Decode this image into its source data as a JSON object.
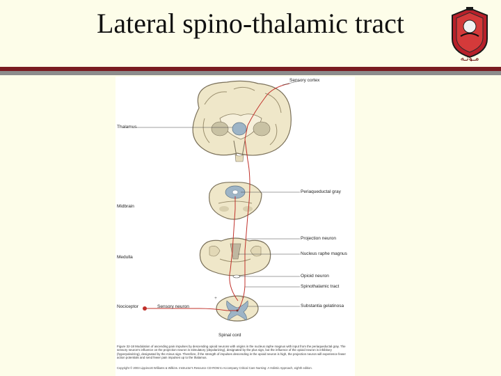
{
  "slide": {
    "title": "Lateral spino-thalamic tract",
    "logo_text": "مـؤتـه"
  },
  "figure": {
    "labels": {
      "sensory_cortex": "Sensory cortex",
      "thalamus": "Thalamus",
      "periaqueductal_gray": "Periaqueductal gray",
      "midbrain": "Midbrain",
      "projection_neuron": "Projection neuron",
      "medulla": "Medulla",
      "nucleus_raphe_magnus": "Nucleus raphe magnus",
      "opioid_neuron": "Opioid neuron",
      "spinothalamic_tract": "Spinothalamic tract",
      "nociceptor": "Nociceptor",
      "sensory_neuron": "Sensory neuron",
      "substantia_gelatinosa": "Substantia gelatinosa",
      "spinal_cord": "Spinal cord"
    },
    "caption": "Figure 32-18 Modulation of ascending pain impulses by descending opioid neurons with origins in the nucleus raphe magnus with input from the periaqueductal gray. The sensory neuron's influence on the projection neuron is stimulatory (depolarizing), designated by the plus sign, but the influence of the opioid neuron is inhibitory (hyperpolarizing), designated by the minus sign. Therefore, if the strength of impulses descending in the opioid neuron is high, the projection neuron will experience fewer action potentials and send fewer pain impulses up to the thalamus.",
    "copyright": "Copyright © 2003 Lippincott Williams & Wilkins. Instructor's Resource CD-ROM to Accompany Critical Care Nursing: A Holistic Approach, eighth edition."
  }
}
